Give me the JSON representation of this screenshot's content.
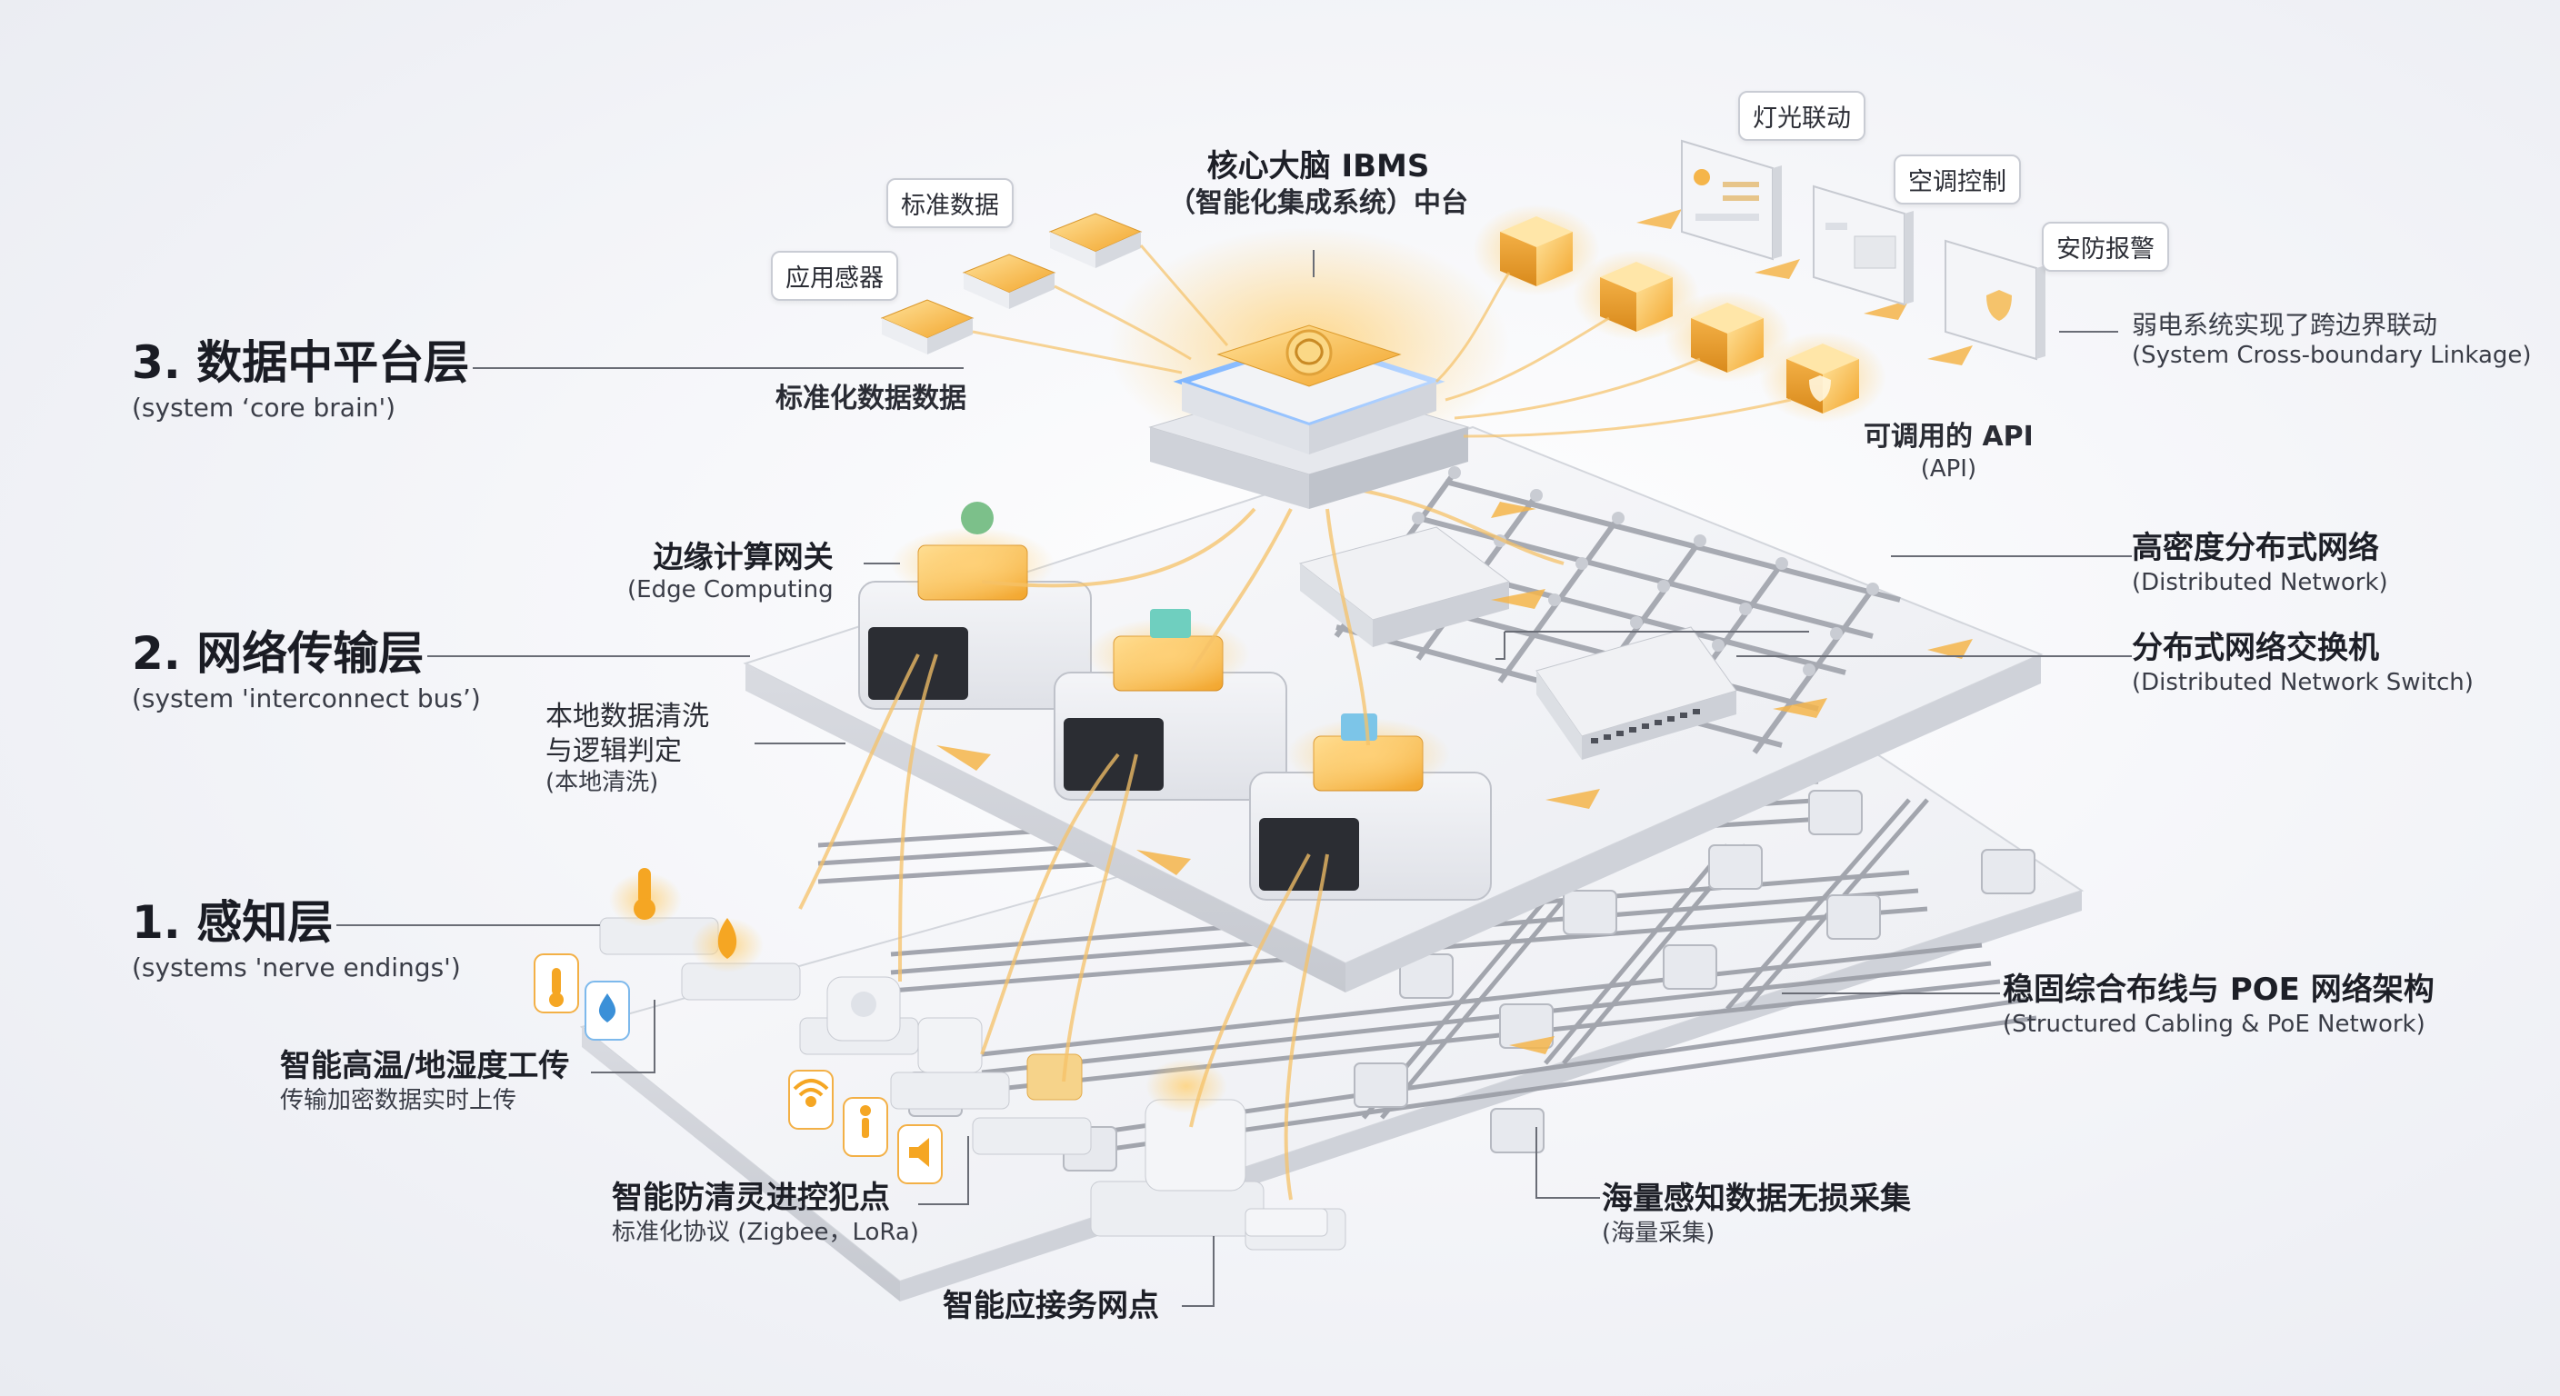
{
  "core": {
    "title": "核心大脑 IBMS",
    "subtitle": "（智能化集成系统）中台"
  },
  "layer3": {
    "title": "3. 数据中平台层",
    "subtitle": "(system ‘core brain')",
    "standardized_label": "标准化数据数据",
    "tag_app_sensor": "应用感器",
    "tag_standard_data": "标准数据"
  },
  "outputs": {
    "tag_lighting": "灯光联动",
    "tag_hvac": "空调控制",
    "tag_security": "安防报警",
    "linkage_cn": "弱电系统实现了跨边界联动",
    "linkage_en": "(System Cross-boundary Linkage)",
    "api_cn": "可调用的 API",
    "api_en": "(API)"
  },
  "layer2": {
    "title": "2. 网络传输层",
    "subtitle": "(system 'interconnect bus’)",
    "edge_cn": "边缘计算网关",
    "edge_en": "(Edge Computing",
    "cleaning_line1": "本地数据清洗",
    "cleaning_line2": "与逻辑判定",
    "cleaning_line3": "(本地清洗)",
    "dist_net_cn": "高密度分布式网络",
    "dist_net_en": "(Distributed Network)",
    "dist_switch_cn": "分布式网络交换机",
    "dist_switch_en": "(Distributed Network Switch)"
  },
  "layer1": {
    "title": "1. 感知层",
    "subtitle": "(systems 'nerve endings')",
    "temp_humidity_cn": "智能高温/地湿度工传",
    "temp_humidity_sub": "传输加密数据实时上传",
    "intrusion_cn": "智能防清灵进控犯点",
    "intrusion_sub": "标准化协议 (Zigbee，LoRa)",
    "access_point_cn": "智能应接务网点",
    "cabling_cn": "稳固综合布线与 POE 网络架构",
    "cabling_en": "(Structured Cabling & PoE Network)",
    "collection_cn": "海量感知数据无损采集",
    "collection_en": "(海量采集)"
  },
  "colors": {
    "accent": "#f6b23c",
    "glow": "#ffd98a",
    "slab": "#f4f5f8",
    "device": "#e3e5ea",
    "line": "#5f626b"
  },
  "icons": [
    "thermometer-icon",
    "water-drop-icon",
    "wifi-signal-icon",
    "motion-person-icon",
    "speaker-icon",
    "brain-chip-icon",
    "gear-icon",
    "shield-icon",
    "lightbulb-icon"
  ]
}
